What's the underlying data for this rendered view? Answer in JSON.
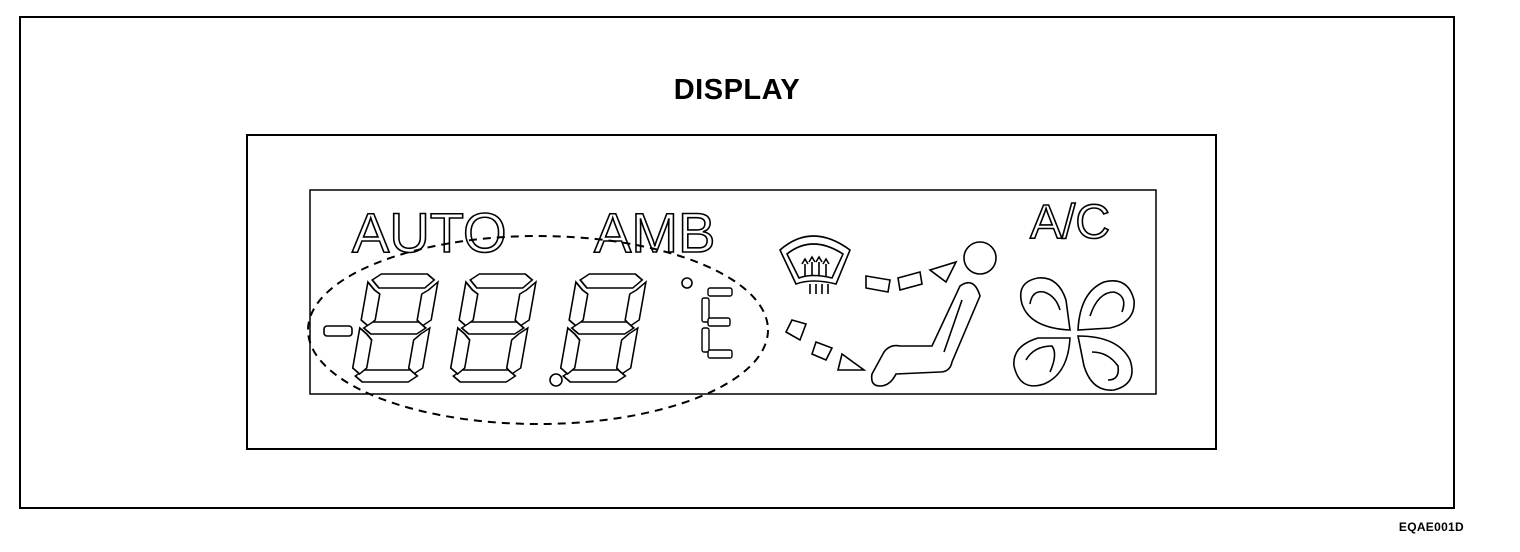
{
  "diagram": {
    "title": "DISPLAY",
    "figure_code": "EQAE001D",
    "indicators": {
      "auto": "AUTO",
      "amb": "AMB",
      "ac": "A/C"
    },
    "temperature_digits": [
      "8",
      "8",
      "8"
    ],
    "icons": [
      "rear-defroster-icon",
      "seated-person-icon",
      "airflow-arrows-icon",
      "fan-icon",
      "degree-icon"
    ],
    "colors": {
      "line": "#000000",
      "background": "#ffffff"
    }
  }
}
